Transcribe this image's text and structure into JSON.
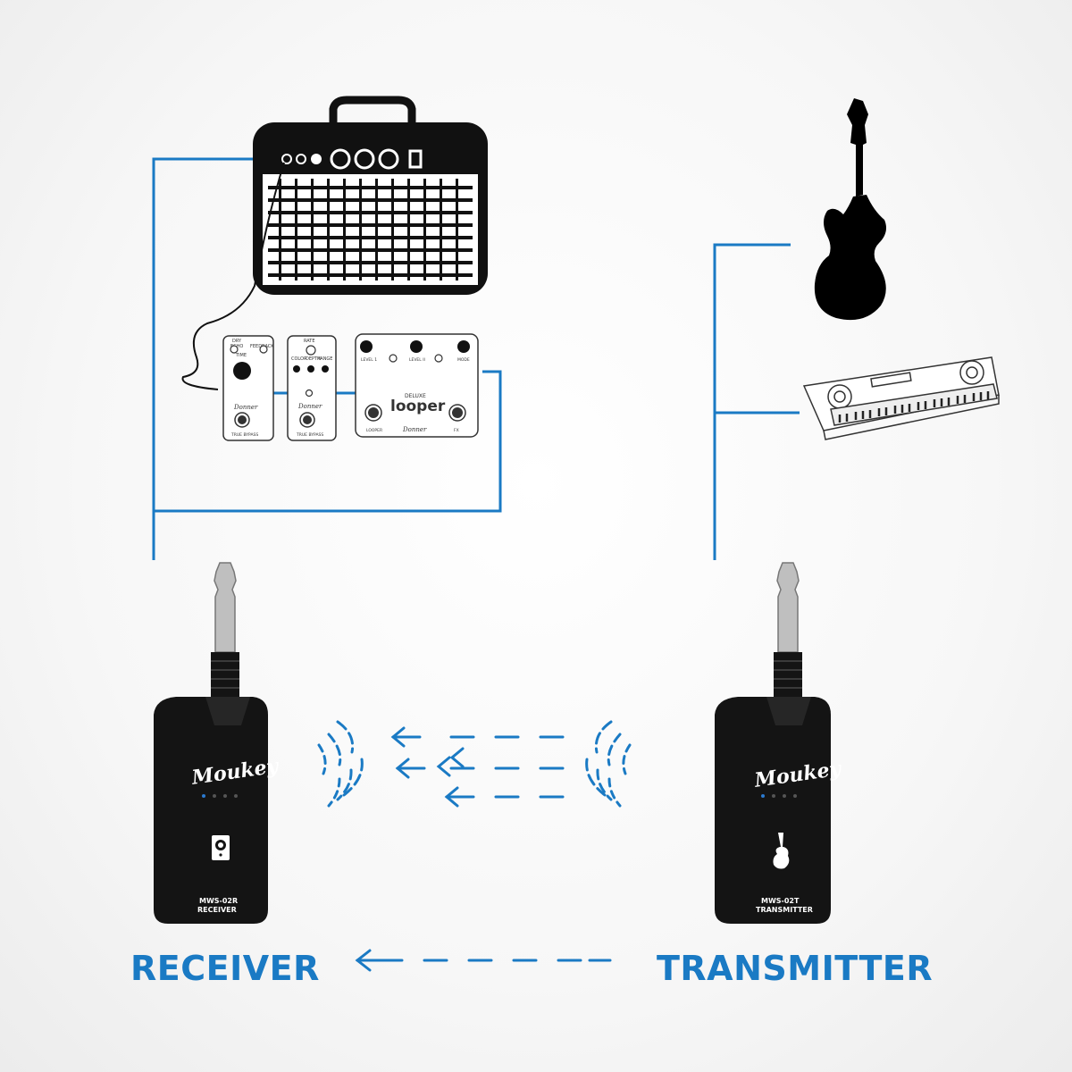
{
  "colors": {
    "accent": "#1a7ac4",
    "device": "#141414",
    "device_text": "#ffffff",
    "outline": "#222222",
    "background": "#f4f4f4"
  },
  "labels": {
    "receiver": "RECEIVER",
    "transmitter": "TRANSMITTER"
  },
  "receiver": {
    "brand": "Moukey",
    "model": "MWS-02R",
    "type": "RECEIVER",
    "icon": "speaker-icon"
  },
  "transmitter": {
    "brand": "Moukey",
    "model": "MWS-02T",
    "type": "TRANSMITTER",
    "icon": "guitar-icon"
  },
  "pedals": {
    "pedal1": {
      "knob_labels": [
        "DRY",
        "ECHO",
        "TIME",
        "FEEDBACK"
      ],
      "brand": "Donner",
      "footer": "TRUE BYPASS"
    },
    "pedal2": {
      "knob_labels": [
        "RATE",
        "COLOR",
        "DEPTH",
        "RANGE"
      ],
      "brand": "Donner",
      "footer": "TRUE BYPASS"
    },
    "looper": {
      "knob_labels": [
        "LEVEL 1",
        "LEVEL II",
        "MODE"
      ],
      "sub": "DELUXE",
      "name": "looper",
      "brand": "Donner",
      "switch_labels": [
        "LOOPER",
        "FX"
      ]
    }
  },
  "icons": [
    "amplifier-icon",
    "electric-guitar-icon",
    "keyboard-icon",
    "wireless-signal-icon"
  ]
}
